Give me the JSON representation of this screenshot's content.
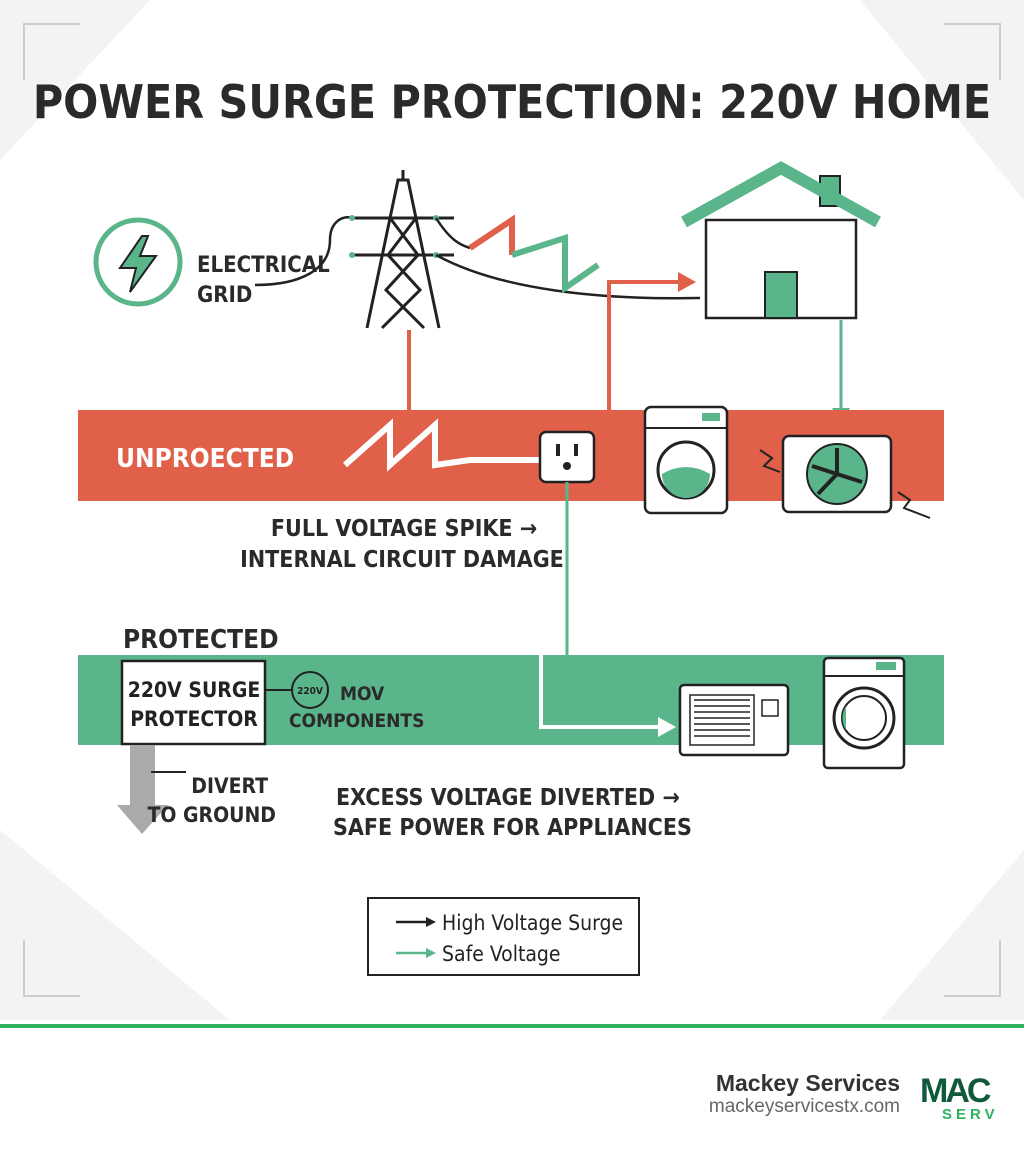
{
  "title": "POWER SURGE PROTECTION: 220V HOME",
  "grid": {
    "label_line1": "ELECTRICAL",
    "label_line2": "GRID",
    "icon": "lightning-bolt-icon"
  },
  "unprotected": {
    "label": "UNPROECTED",
    "color": "#e0604a",
    "caption_line1": "FULL VOLTAGE SPIKE →",
    "caption_line2": "INTERNAL CIRCUIT DAMAGE"
  },
  "protected": {
    "label": "PROTECTED",
    "color": "#5bb58a",
    "device_line1": "220V SURGE",
    "device_line2": "PROTECTOR",
    "mov_badge": "220V",
    "mov_line1": "MOV",
    "mov_line2": "COMPONENTS",
    "ground_line1": "DIVERT",
    "ground_line2": "TO GROUND",
    "caption_line1": "EXCESS VOLTAGE DIVERTED →",
    "caption_line2": "SAFE POWER FOR APPLIANCES"
  },
  "legend": {
    "items": [
      {
        "label": "High Voltage Surge",
        "color": "#222222"
      },
      {
        "label": "Safe Voltage",
        "color": "#5bb58a"
      }
    ]
  },
  "footer": {
    "brand": "Mackey Services",
    "url": "mackeyservicestx.com",
    "logo_top": "MAC",
    "logo_bottom": "SERV",
    "accent": "#2db35d"
  }
}
